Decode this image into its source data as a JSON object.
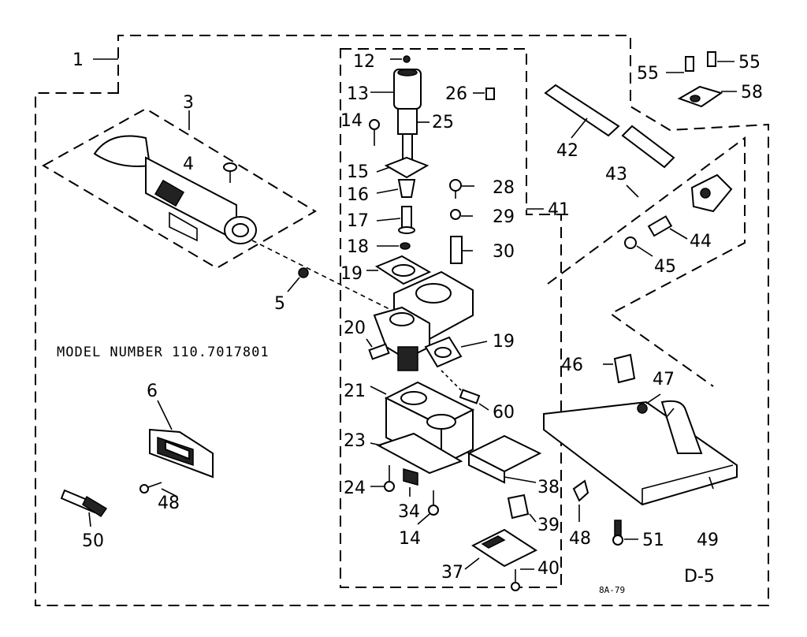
{
  "diagram": {
    "model_label": "MODEL NUMBER 110.7017801",
    "code": "8A-79",
    "page": "D-5",
    "parts": [
      {
        "id": "p1",
        "label": "1"
      },
      {
        "id": "p3",
        "label": "3"
      },
      {
        "id": "p4",
        "label": "4"
      },
      {
        "id": "p5",
        "label": "5"
      },
      {
        "id": "p6",
        "label": "6"
      },
      {
        "id": "p12",
        "label": "12"
      },
      {
        "id": "p13",
        "label": "13"
      },
      {
        "id": "p14a",
        "label": "14"
      },
      {
        "id": "p14b",
        "label": "14"
      },
      {
        "id": "p15",
        "label": "15"
      },
      {
        "id": "p16",
        "label": "16"
      },
      {
        "id": "p17",
        "label": "17"
      },
      {
        "id": "p18",
        "label": "18"
      },
      {
        "id": "p19a",
        "label": "19"
      },
      {
        "id": "p19b",
        "label": "19"
      },
      {
        "id": "p20",
        "label": "20"
      },
      {
        "id": "p21",
        "label": "21"
      },
      {
        "id": "p23",
        "label": "23"
      },
      {
        "id": "p24",
        "label": "24"
      },
      {
        "id": "p25",
        "label": "25"
      },
      {
        "id": "p26",
        "label": "26"
      },
      {
        "id": "p28",
        "label": "28"
      },
      {
        "id": "p29",
        "label": "29"
      },
      {
        "id": "p30",
        "label": "30"
      },
      {
        "id": "p34",
        "label": "34"
      },
      {
        "id": "p37",
        "label": "37"
      },
      {
        "id": "p38",
        "label": "38"
      },
      {
        "id": "p39",
        "label": "39"
      },
      {
        "id": "p40",
        "label": "40"
      },
      {
        "id": "p41",
        "label": "41"
      },
      {
        "id": "p42",
        "label": "42"
      },
      {
        "id": "p43",
        "label": "43"
      },
      {
        "id": "p44",
        "label": "44"
      },
      {
        "id": "p45",
        "label": "45"
      },
      {
        "id": "p46",
        "label": "46"
      },
      {
        "id": "p47",
        "label": "47"
      },
      {
        "id": "p48a",
        "label": "48"
      },
      {
        "id": "p48b",
        "label": "48"
      },
      {
        "id": "p49",
        "label": "49"
      },
      {
        "id": "p50",
        "label": "50"
      },
      {
        "id": "p51",
        "label": "51"
      },
      {
        "id": "p55a",
        "label": "55"
      },
      {
        "id": "p55b",
        "label": "55"
      },
      {
        "id": "p58",
        "label": "58"
      },
      {
        "id": "p60",
        "label": "60"
      }
    ]
  }
}
